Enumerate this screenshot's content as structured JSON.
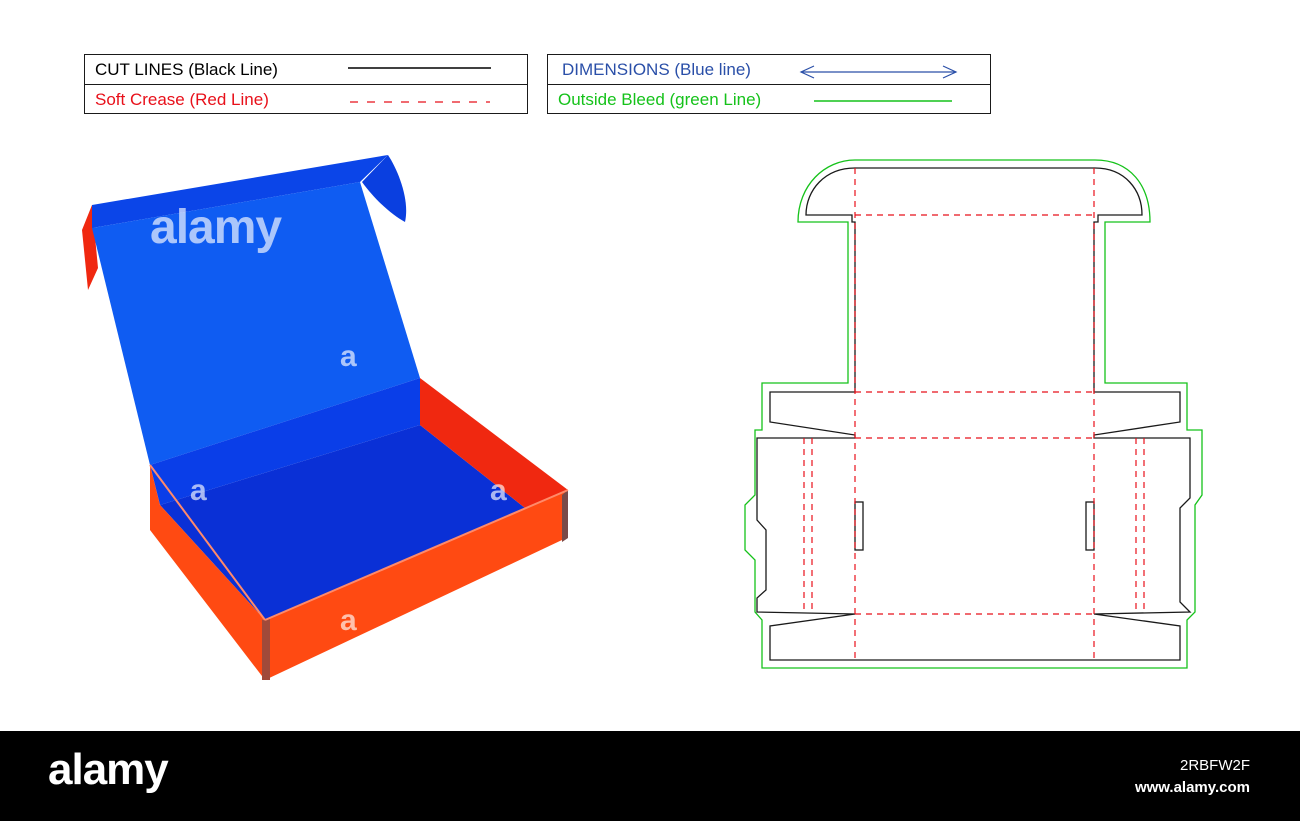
{
  "legend": {
    "cut_lines": {
      "label": "CUT LINES (Black Line)",
      "color": "#000000"
    },
    "soft_crease": {
      "label": "Soft Crease (Red Line)",
      "color": "#e8101a"
    },
    "dimensions": {
      "label": "DIMENSIONS (Blue line)",
      "color": "#2a4fa8"
    },
    "outside_bleed": {
      "label": "Outside Bleed (green Line)",
      "color": "#15c21a"
    }
  },
  "box_colors": {
    "lid_inner": "#0f5cf2",
    "lid_top": "#0b45e8",
    "base_inner": "#0a30d6",
    "wall_outer": "#ff4a12",
    "wall_red": "#f02810"
  },
  "watermark": {
    "brand": "alamy",
    "letter": "a"
  },
  "footer": {
    "logo": "alamy",
    "image_id": "2RBFW2F",
    "url": "www.alamy.com"
  }
}
